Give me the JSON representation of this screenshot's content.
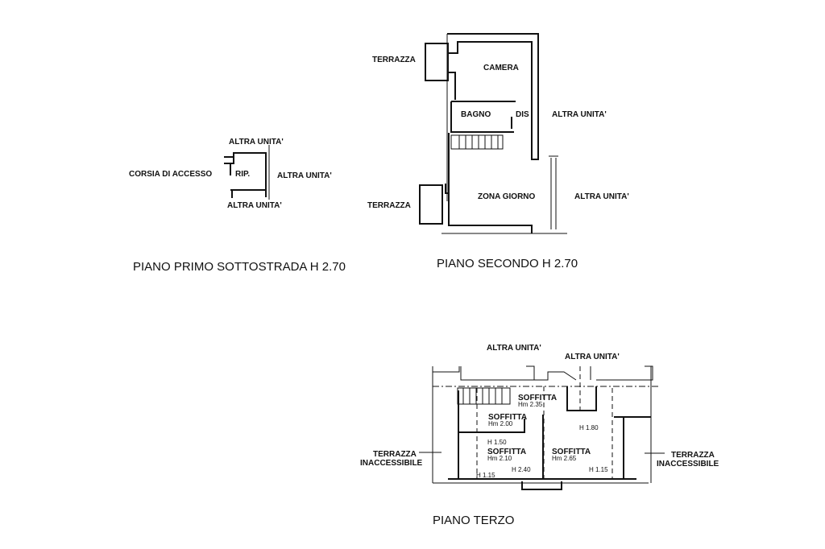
{
  "plans": {
    "basement": {
      "title": "PIANO PRIMO SOTTOSTRADA H 2.70",
      "labels": {
        "top": "ALTRA UNITA'",
        "right": "ALTRA UNITA'",
        "bottom": "ALTRA UNITA'",
        "left": "CORSIA DI ACCESSO",
        "room": "RIP."
      }
    },
    "second": {
      "title": "PIANO SECONDO H 2.70",
      "labels": {
        "terrace_top": "TERRAZZA",
        "terrace_bottom": "TERRAZZA",
        "camera": "CAMERA",
        "bagno": "BAGNO",
        "dis": "DIS",
        "other_top": "ALTRA UNITA'",
        "zona_giorno": "ZONA GIORNO",
        "other_bottom": "ALTRA UNITA'"
      }
    },
    "third": {
      "title": "PIANO TERZO",
      "labels": {
        "other_left": "ALTRA UNITA'",
        "other_mid": "ALTRA UNITA'",
        "terrace_left_1": "TERRAZZA",
        "terrace_left_2": "INACCESSIBILE",
        "terrace_right_1": "TERRAZZA",
        "terrace_right_2": "INACCESSIBILE"
      },
      "rooms": [
        {
          "name": "SOFFITTA",
          "height": "Hm 2.35"
        },
        {
          "name": "SOFFITTA",
          "height": "Hm 2.00"
        },
        {
          "name": "SOFFITTA",
          "height": "Hm 2.10"
        },
        {
          "name": "SOFFITTA",
          "height": "Hm 2.65"
        }
      ],
      "heights": [
        "H 1.50",
        "H 1.80",
        "H 2.40",
        "H 1.15",
        "H 1.15"
      ]
    }
  }
}
